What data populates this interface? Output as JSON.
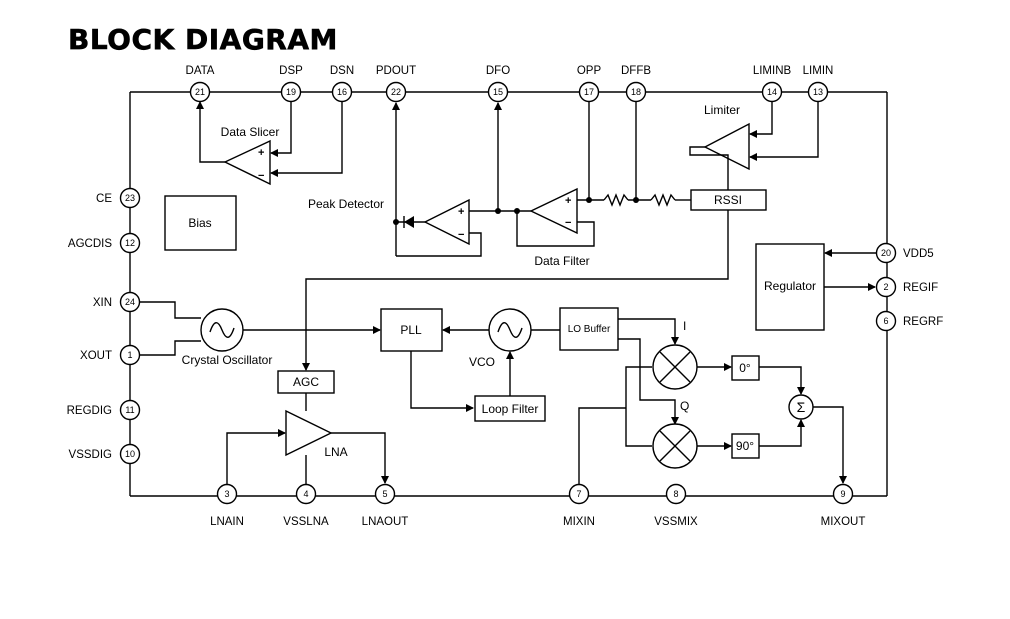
{
  "title": "BLOCK DIAGRAM",
  "pins_top": [
    {
      "num": "21",
      "label": "DATA"
    },
    {
      "num": "19",
      "label": "DSP"
    },
    {
      "num": "16",
      "label": "DSN"
    },
    {
      "num": "22",
      "label": "PDOUT"
    },
    {
      "num": "15",
      "label": "DFO"
    },
    {
      "num": "17",
      "label": "OPP"
    },
    {
      "num": "18",
      "label": "DFFB"
    },
    {
      "num": "14",
      "label": "LIMINB"
    },
    {
      "num": "13",
      "label": "LIMIN"
    }
  ],
  "pins_left": [
    {
      "num": "23",
      "label": "CE"
    },
    {
      "num": "12",
      "label": "AGCDIS"
    },
    {
      "num": "24",
      "label": "XIN"
    },
    {
      "num": "1",
      "label": "XOUT"
    },
    {
      "num": "11",
      "label": "REGDIG"
    },
    {
      "num": "10",
      "label": "VSSDIG"
    }
  ],
  "pins_bottom": [
    {
      "num": "3",
      "label": "LNAIN"
    },
    {
      "num": "4",
      "label": "VSSLNA"
    },
    {
      "num": "5",
      "label": "LNAOUT"
    },
    {
      "num": "7",
      "label": "MIXIN"
    },
    {
      "num": "8",
      "label": "VSSMIX"
    },
    {
      "num": "9",
      "label": "MIXOUT"
    }
  ],
  "pins_right": [
    {
      "num": "20",
      "label": "VDD5"
    },
    {
      "num": "2",
      "label": "REGIF"
    },
    {
      "num": "6",
      "label": "REGRF"
    }
  ],
  "blocks": {
    "data_slicer": "Data Slicer",
    "limiter": "Limiter",
    "peak_detector": "Peak Detector",
    "bias": "Bias",
    "rssi": "RSSI",
    "data_filter": "Data Filter",
    "regulator": "Regulator",
    "crystal_oscillator": "Crystal Oscillator",
    "pll": "PLL",
    "vco": "VCO",
    "lo_buffer": "LO Buffer",
    "loop_filter": "Loop Filter",
    "agc": "AGC",
    "lna": "LNA",
    "phase_0": "0°",
    "phase_90": "90°",
    "sum": "Σ",
    "i_label": "I",
    "q_label": "Q",
    "plus": "+",
    "minus": "−"
  }
}
